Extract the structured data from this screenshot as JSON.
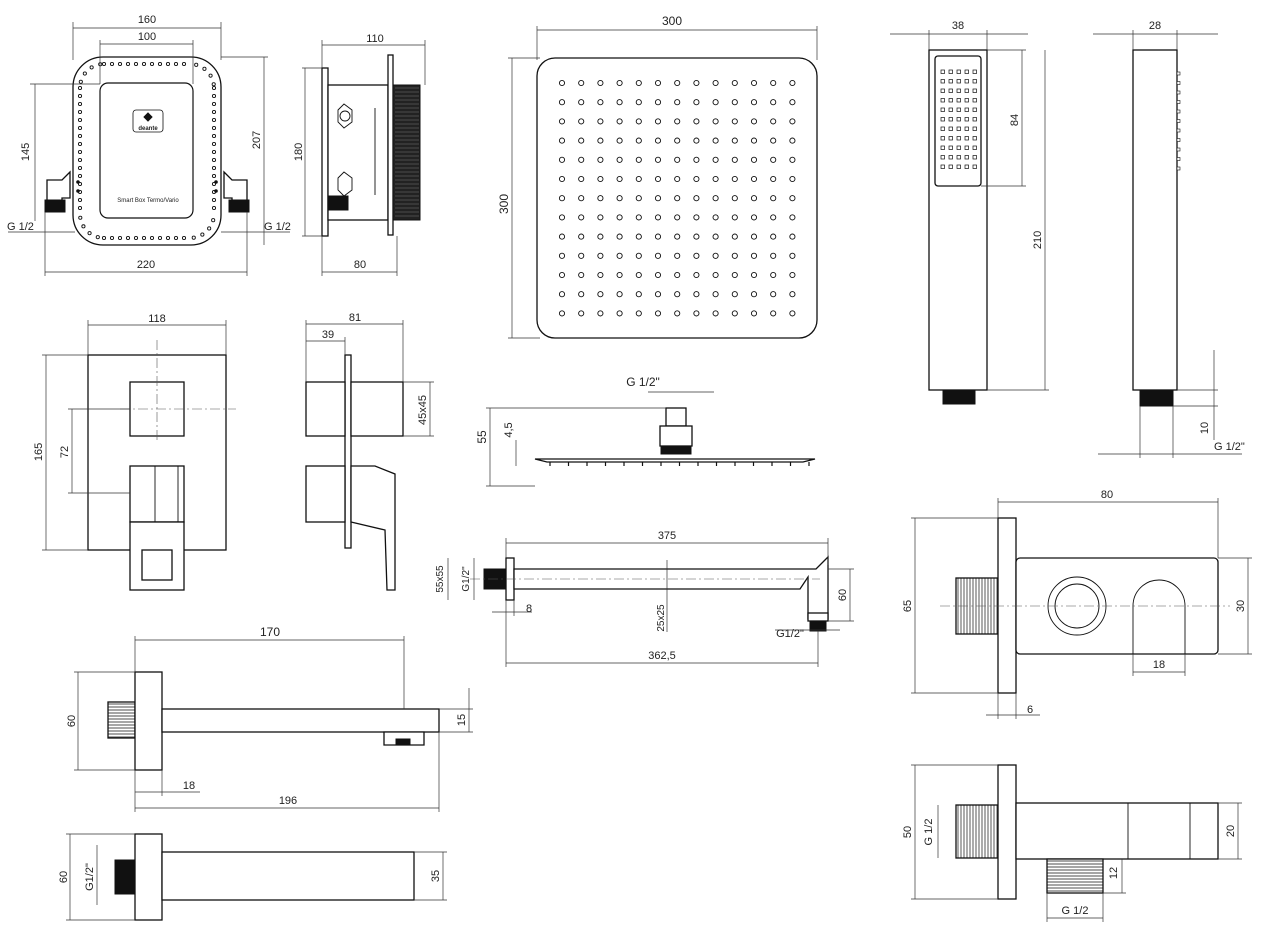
{
  "box": {
    "logo_text": "deante",
    "product_label": "Smart Box Termo/Vario",
    "dims": {
      "top_outer": "160",
      "top_inner": "100",
      "left_height": "145",
      "right_height": "207",
      "thread_left": "G 1/2",
      "thread_right": "G 1/2",
      "bottom_width": "220"
    }
  },
  "box_side": {
    "dims": {
      "top": "110",
      "height": "180",
      "bottom": "80"
    }
  },
  "rain_shower": {
    "dims": {
      "width": "300",
      "height": "300"
    }
  },
  "shower_side": {
    "dims": {
      "thread": "G 1/2\"",
      "total_height": "55",
      "plate_thickness": "4,5"
    }
  },
  "hand_shower": {
    "dims": {
      "width": "38",
      "head_length": "84",
      "total_length": "210"
    }
  },
  "hand_shower_side": {
    "dims": {
      "depth": "28",
      "connector": "10",
      "thread": "G 1/2\""
    }
  },
  "mixer_front": {
    "dims": {
      "width": "118",
      "height": "165",
      "spacing": "72"
    }
  },
  "mixer_side": {
    "dims": {
      "depth": "81",
      "plate_depth": "39",
      "knob": "45x45"
    }
  },
  "arm": {
    "dims": {
      "length": "375",
      "flange": "55x55",
      "thread_left": "G1/2\"",
      "section": "25x25",
      "drop": "60",
      "thread_right": "G1/2\"",
      "rosette": "8",
      "reach": "362,5"
    }
  },
  "spout": {
    "dims": {
      "length": "170",
      "height": "60",
      "thickness": "15",
      "plate": "18",
      "total": "196"
    }
  },
  "spout_bottom": {
    "dims": {
      "height": "60",
      "thread": "G1/2\"",
      "width": "35"
    }
  },
  "holder_top": {
    "dims": {
      "length": "80",
      "height": "65",
      "width": "30",
      "inner": "18",
      "plate": "6"
    }
  },
  "holder_side": {
    "dims": {
      "height": "50",
      "thread": "G 1/2",
      "width": "20",
      "outlet": "12",
      "outlet_thread": "G 1/2"
    }
  }
}
